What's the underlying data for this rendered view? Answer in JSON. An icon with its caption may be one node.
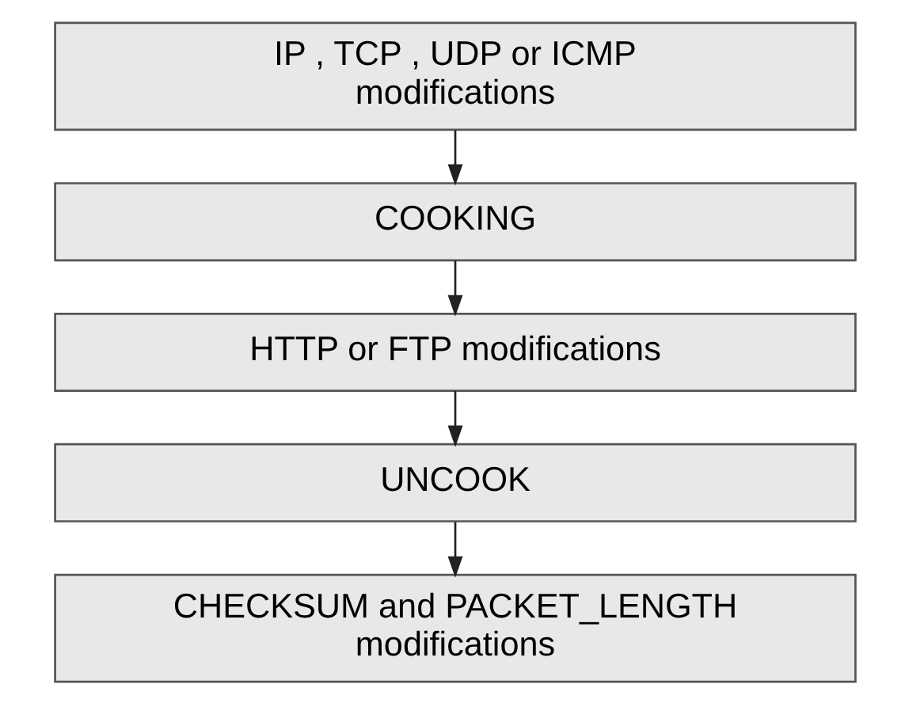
{
  "diagram": {
    "nodes": [
      {
        "text": [
          "IP , TCP , UDP or ICMP modifications"
        ]
      },
      {
        "text": [
          "COOKING"
        ]
      },
      {
        "text": [
          "HTTP or FTP modifications"
        ]
      },
      {
        "text": [
          "UNCOOK"
        ]
      },
      {
        "text": [
          "CHECKSUM and PACKET_LENGTH modifications"
        ]
      }
    ],
    "edges": [
      {
        "from": 0,
        "to": 1,
        "arrow": "to"
      },
      {
        "from": 1,
        "to": 2,
        "arrow": "to"
      },
      {
        "from": 2,
        "to": 3,
        "arrow": "to"
      },
      {
        "from": 3,
        "to": 4,
        "arrow": "to"
      }
    ]
  }
}
